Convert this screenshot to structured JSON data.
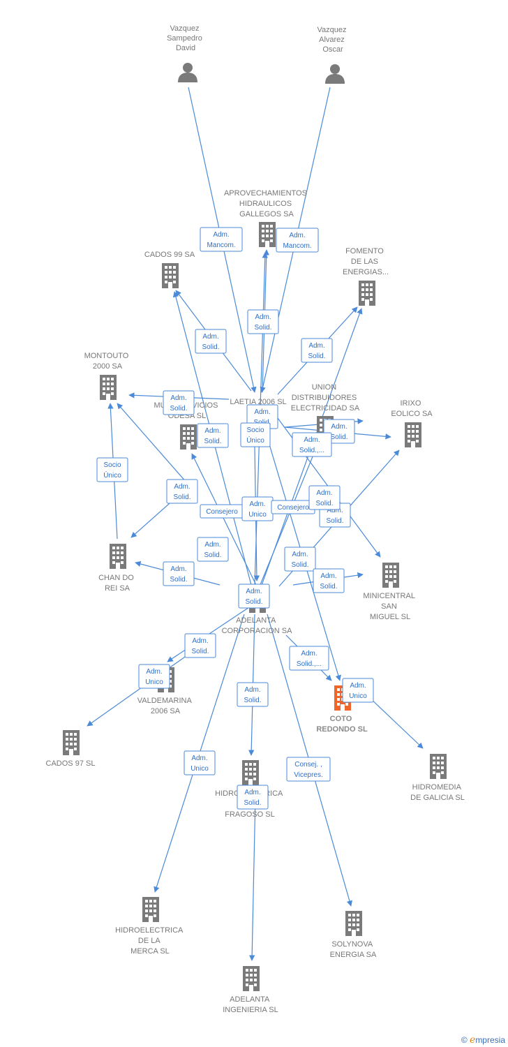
{
  "colors": {
    "edge": "#4a8ad8",
    "node": "#7a7a7a",
    "highlight": "#f0652a",
    "label": "#777777"
  },
  "nodes": [
    {
      "id": "vazquez_sampedro",
      "type": "person",
      "lines": [
        "Vazquez",
        "Sampedro",
        "David"
      ]
    },
    {
      "id": "vazquez_alvarez",
      "type": "person",
      "lines": [
        "Vazquez",
        "Alvarez",
        "Oscar"
      ]
    },
    {
      "id": "aprovechamientos",
      "type": "company",
      "lines": [
        "APROVECHAMIENTOS",
        "HIDRAULICOS",
        "GALLEGOS SA"
      ]
    },
    {
      "id": "cados99",
      "type": "company",
      "lines": [
        "CADOS 99 SA"
      ]
    },
    {
      "id": "fomento",
      "type": "company",
      "lines": [
        "FOMENTO",
        "DE LAS",
        "ENERGIAS..."
      ]
    },
    {
      "id": "montouto",
      "type": "company",
      "lines": [
        "MONTOUTO",
        "2000 SA"
      ]
    },
    {
      "id": "multiservicios",
      "type": "company",
      "lines": [
        "MULTISERVICIOS",
        "ODESA SL"
      ]
    },
    {
      "id": "laetia",
      "type": "company",
      "lines": [
        "LAETIA 2006 SL"
      ]
    },
    {
      "id": "union",
      "type": "company",
      "lines": [
        "UNION",
        "DISTRIBUIDORES",
        "ELECTRICIDAD SA"
      ]
    },
    {
      "id": "irixo",
      "type": "company",
      "lines": [
        "IRIXO",
        "EOLICO SA"
      ]
    },
    {
      "id": "chando",
      "type": "company",
      "lines": [
        "CHAN DO",
        "REI SA"
      ]
    },
    {
      "id": "minicentral",
      "type": "company",
      "lines": [
        "MINICENTRAL",
        "SAN",
        "MIGUEL SL"
      ]
    },
    {
      "id": "adelanta_corp",
      "type": "company",
      "lines": [
        "ADELANTA",
        "CORPORACION SA"
      ]
    },
    {
      "id": "valdemarina",
      "type": "company",
      "lines": [
        "VALDEMARINA",
        "2006 SA"
      ]
    },
    {
      "id": "coto",
      "type": "company",
      "highlight": true,
      "lines": [
        "COTO",
        "REDONDO  SL"
      ]
    },
    {
      "id": "cados97",
      "type": "company",
      "lines": [
        "CADOS 97 SL"
      ]
    },
    {
      "id": "hidromedia",
      "type": "company",
      "lines": [
        "HIDROMEDIA",
        "DE GALICIA SL"
      ]
    },
    {
      "id": "fragoso",
      "type": "company",
      "lines": [
        "HIDROELECTRICA",
        "FRAGOSO SL"
      ]
    },
    {
      "id": "merca",
      "type": "company",
      "lines": [
        "HIDROELECTRICA",
        "DE LA",
        "MERCA SL"
      ]
    },
    {
      "id": "solynova",
      "type": "company",
      "lines": [
        "SOLYNOVA",
        "ENERGIA SA"
      ]
    },
    {
      "id": "adelanta_ing",
      "type": "company",
      "lines": [
        "ADELANTA",
        "INGENIERIA SL"
      ]
    }
  ],
  "edge_labels": [
    [
      "Adm.",
      "Mancom."
    ],
    [
      "Adm.",
      "Mancom."
    ],
    [
      "Adm.",
      "Solid."
    ],
    [
      "Adm.",
      "Solid."
    ],
    [
      "Adm.",
      "Solid."
    ],
    [
      "Adm.",
      "Solid."
    ],
    [
      "Socio",
      "Único"
    ],
    [
      "Adm.",
      "Solid."
    ],
    [
      "Adm.",
      "Solid."
    ],
    [
      "Adm.",
      "Solid."
    ],
    [
      "Adm.",
      "Solid.,..."
    ],
    [
      "Socio",
      "Único"
    ],
    [
      "Adm.",
      "Solid."
    ],
    [
      "Consejero"
    ],
    [
      "Adm.",
      "Unico"
    ],
    [
      "Consejero"
    ],
    [
      "Adm.",
      "Solid."
    ],
    [
      "Adm.",
      "Solid."
    ],
    [
      "Adm.",
      "Solid."
    ],
    [
      "Adm.",
      "Solid."
    ],
    [
      "Adm.",
      "Solid."
    ],
    [
      "Adm.",
      "Solid."
    ],
    [
      "Adm.",
      "Solid."
    ],
    [
      "Adm.",
      "Solid.,..."
    ],
    [
      "Adm.",
      "Unico"
    ],
    [
      "Adm.",
      "Unico"
    ],
    [
      "Adm.",
      "Solid."
    ],
    [
      "Adm.",
      "Unico"
    ],
    [
      "Consej. ,",
      "Vicepres."
    ],
    [
      "Adm.",
      "Solid."
    ]
  ],
  "footer": {
    "copyright": "©",
    "brand_e": "e",
    "brand_rest": "mpresia"
  }
}
